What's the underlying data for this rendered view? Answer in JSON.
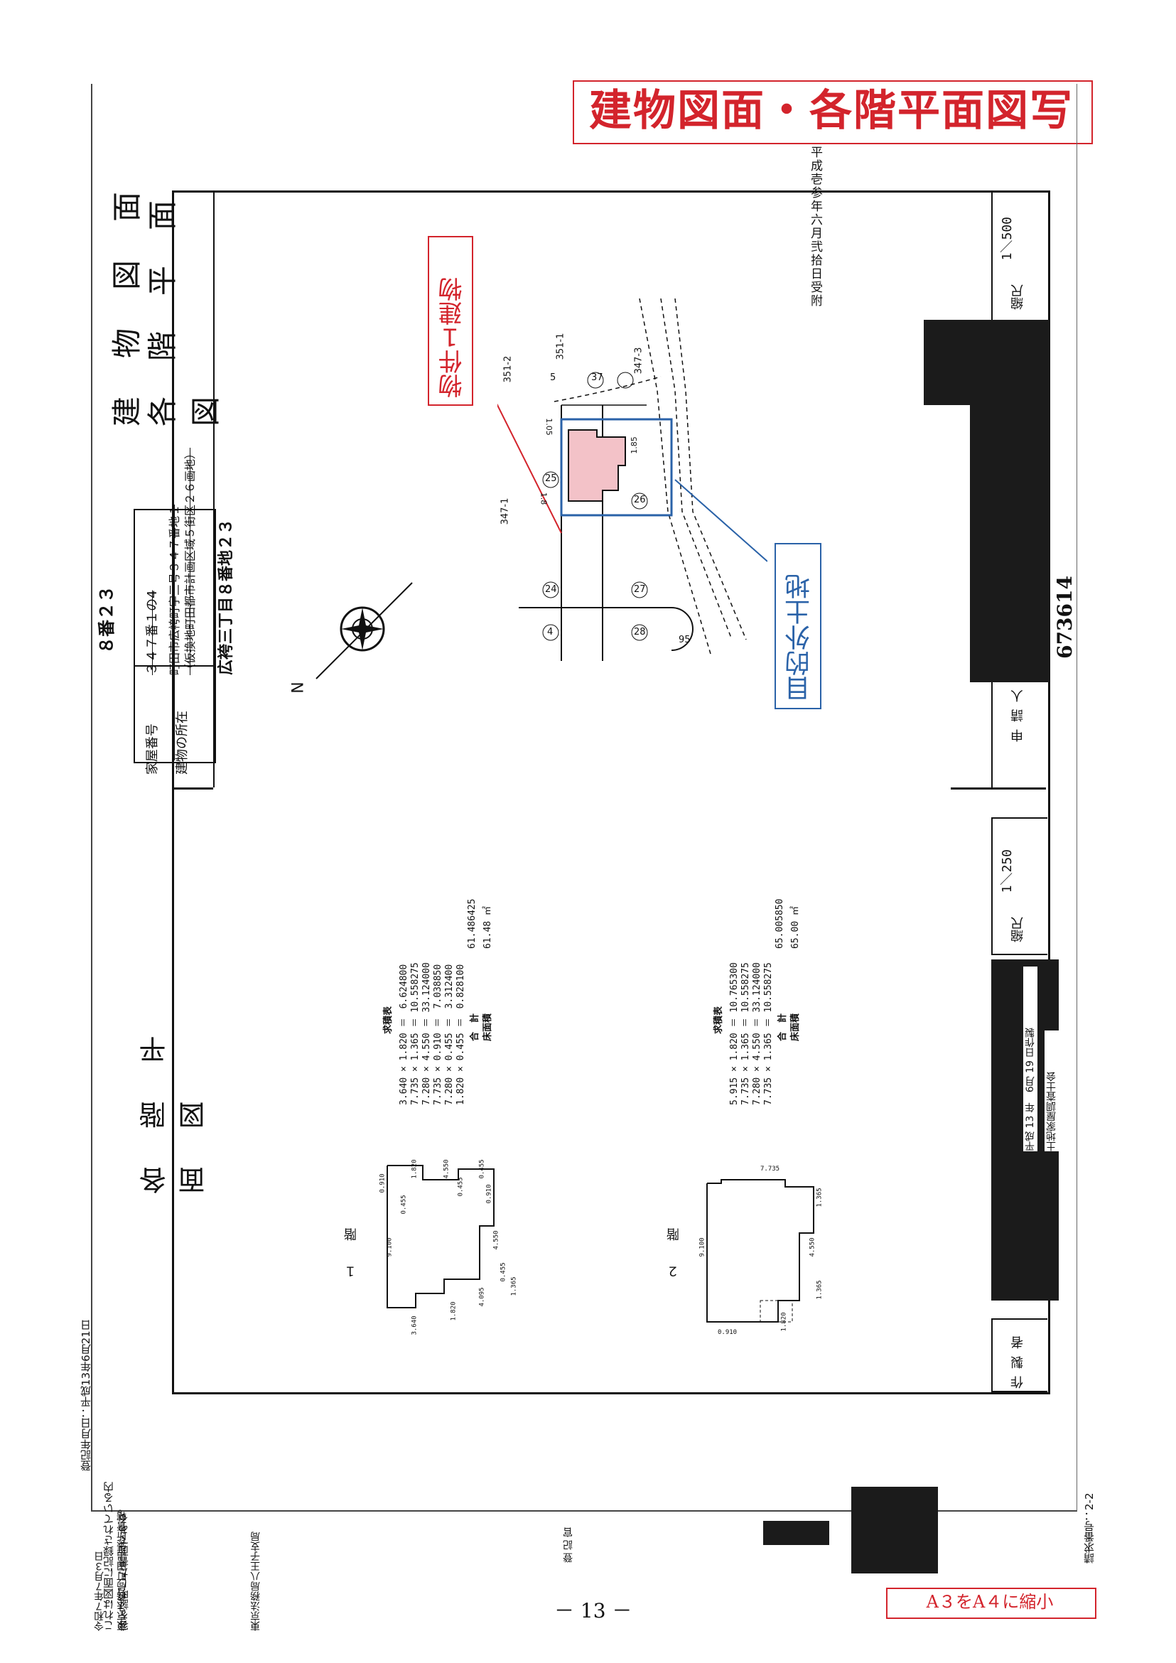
{
  "stamp_title": "建物図面・各階平面図写",
  "reduction_note": "A３をA４に縮小",
  "page_number": "－ 13 －",
  "copy_date_vertical": "平成壱参年六月弐拾日受附",
  "registration_date": "登記年月日：平成13年6月21日",
  "certification": {
    "statement": "これは図面に記録されている内容を証明した書面である。",
    "date": "令和７年７月３日",
    "office": "東京法務局町田出張所管轄",
    "official": "東京法務局八王子支局",
    "seal_label": "登記官"
  },
  "request_number": "請求番号：2-2",
  "upper_sheet": {
    "title_line1": "建　物　図　面",
    "title_line2": "各　階　平　面　図",
    "house_number_label": "家屋番号",
    "house_number": "８番２３",
    "house_number_old": "３４７番１の4",
    "location_label": "建物の所在",
    "location_line1": "町田市広袴町字三号３４７番地１",
    "location_line2": "（仮換地町田都市計画区域５街区２６画地）",
    "location_new": "広袴三丁目８番地２３",
    "north_label": "N",
    "scale_label": "縮尺",
    "scale_value": "1／500",
    "applicant_label": "申請人",
    "map_label_property": "物件１建物",
    "map_label_outside": "目的外土地",
    "parcel_labels": [
      "351-2",
      "351-1",
      "347-3",
      "347-1"
    ],
    "block_numbers": [
      "5",
      "37",
      "25",
      "26",
      "24",
      "27",
      "4",
      "28"
    ],
    "road_number": "95",
    "dim_labels": [
      "1.05",
      "1.85",
      "1.8"
    ],
    "stamp_number": "673614"
  },
  "lower_sheet": {
    "title": "各　階　平　面　図",
    "floor1_label": "１　階",
    "floor2_label": "２　階",
    "floor1_dims": [
      "0.910",
      "1.820",
      "0.455",
      "4.550",
      "0.455",
      "0.455",
      "0.910",
      "4.550",
      "0.455",
      "1.365",
      "4.095",
      "1.820",
      "3.640",
      "9.100"
    ],
    "floor2_dims": [
      "7.735",
      "1.365",
      "4.550",
      "1.365",
      "1.820",
      "0.910",
      "9.100"
    ],
    "area_table_title": "求積表",
    "floor1_area_rows": [
      "3.640 × 1.820 ＝　6.624800",
      "7.735 × 1.365 ＝ 10.558275",
      "7.280 × 4.550 ＝ 33.124000",
      "7.735 × 0.910 ＝　7.038850",
      "7.280 × 0.455 ＝　3.312400",
      "1.820 × 0.455 ＝　0.828100"
    ],
    "floor1_total_label": "合　計",
    "floor1_total": "61.486425",
    "floor1_area_label": "床面積",
    "floor1_area": "61.48 ㎡",
    "floor2_area_rows": [
      "5.915 × 1.820 ＝ 10.765300",
      "7.735 × 1.365 ＝ 10.558275",
      "7.280 × 4.550 ＝ 33.124000",
      "7.735 × 1.365 ＝ 10.558275"
    ],
    "floor2_total_label": "合　計",
    "floor2_total": "65.005850",
    "floor2_area_label": "床面積",
    "floor2_area": "65.00 ㎡",
    "scale_label": "縮尺",
    "scale_value": "1／250",
    "maker_label": "作製者",
    "made_date": "平成 13 年　6月 19 日作製",
    "maker_org": "土地家屋調査士会"
  },
  "colors": {
    "red": "#d3242c",
    "blue": "#2a62a8",
    "pink": "#f3c2c8"
  }
}
